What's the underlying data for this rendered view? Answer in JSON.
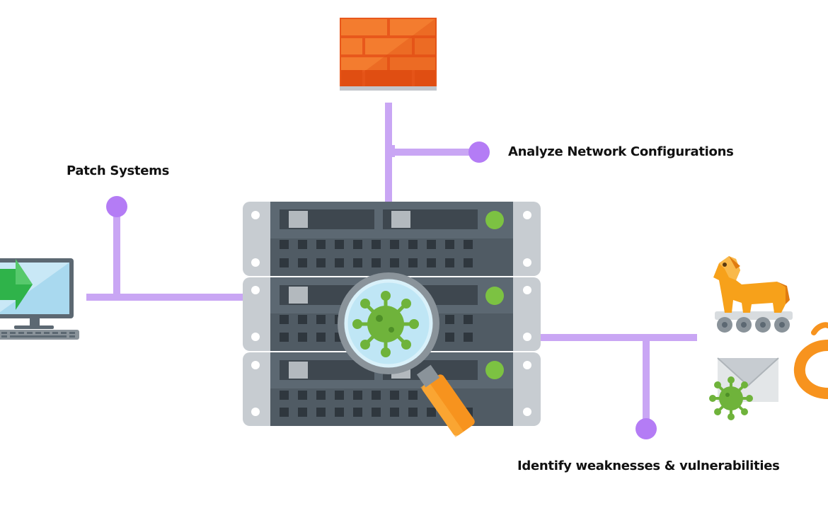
{
  "labels": {
    "patch": "Patch Systems",
    "analyze": "Analyze Network Configurations",
    "identify": "Identify weaknesses & vulnerabilities"
  },
  "colors": {
    "connector": "#c9a6f4",
    "connector_dot": "#b47cf5",
    "firewall": "#f26a21",
    "server_dark": "#5a6670",
    "server_light": "#a9b0b6",
    "status_green": "#7cc242",
    "virus_green": "#6fb33b",
    "magnifier_handle": "#f7931e",
    "trojan_horse": "#f7a11a"
  },
  "icons": {
    "firewall": "firewall-icon",
    "server": "server-rack-icon",
    "magnifier": "magnifier-icon",
    "virus": "virus-icon",
    "computer": "desktop-computer-icon",
    "trojan": "trojan-horse-icon",
    "mail": "malicious-email-icon",
    "worm": "worm-icon"
  }
}
